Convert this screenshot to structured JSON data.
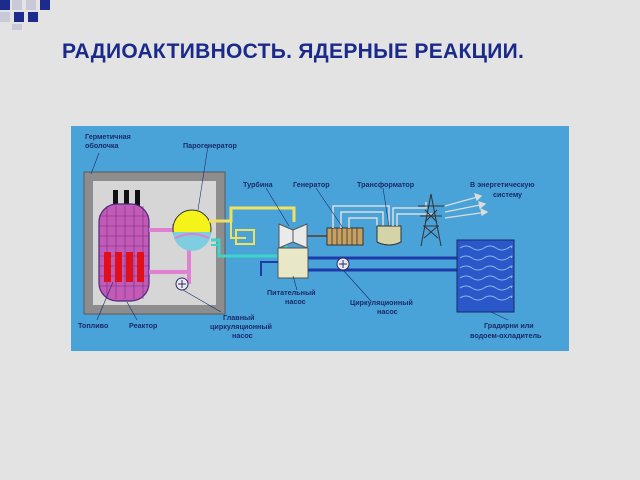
{
  "slide": {
    "title": "РАДИОАКТИВНОСТЬ. ЯДЕРНЫЕ РЕАКЦИИ."
  },
  "colors": {
    "background": "#e3e3e3",
    "title": "#1a2a8a",
    "diagram_bg": "#4aa3d8",
    "label": "#1a2a6a"
  },
  "diagram": {
    "labels": {
      "containment_l1": "Герметичная",
      "containment_l2": "оболочка",
      "steam_generator": "Парогенератор",
      "turbine": "Турбина",
      "generator": "Генератор",
      "transformer": "Трансформатор",
      "grid_l1": "В энергетическую",
      "grid_l2": "систему",
      "feed_pump_l1": "Питательный",
      "feed_pump_l2": "насос",
      "circ_pump_l1": "Циркуляционный",
      "circ_pump_l2": "насос",
      "main_pump_l1": "Главный",
      "main_pump_l2": "циркуляционный",
      "main_pump_l3": "насос",
      "fuel": "Топливо",
      "reactor": "Реактор",
      "cooling_l1": "Градирни или",
      "cooling_l2": "водоем-охладитель"
    }
  }
}
